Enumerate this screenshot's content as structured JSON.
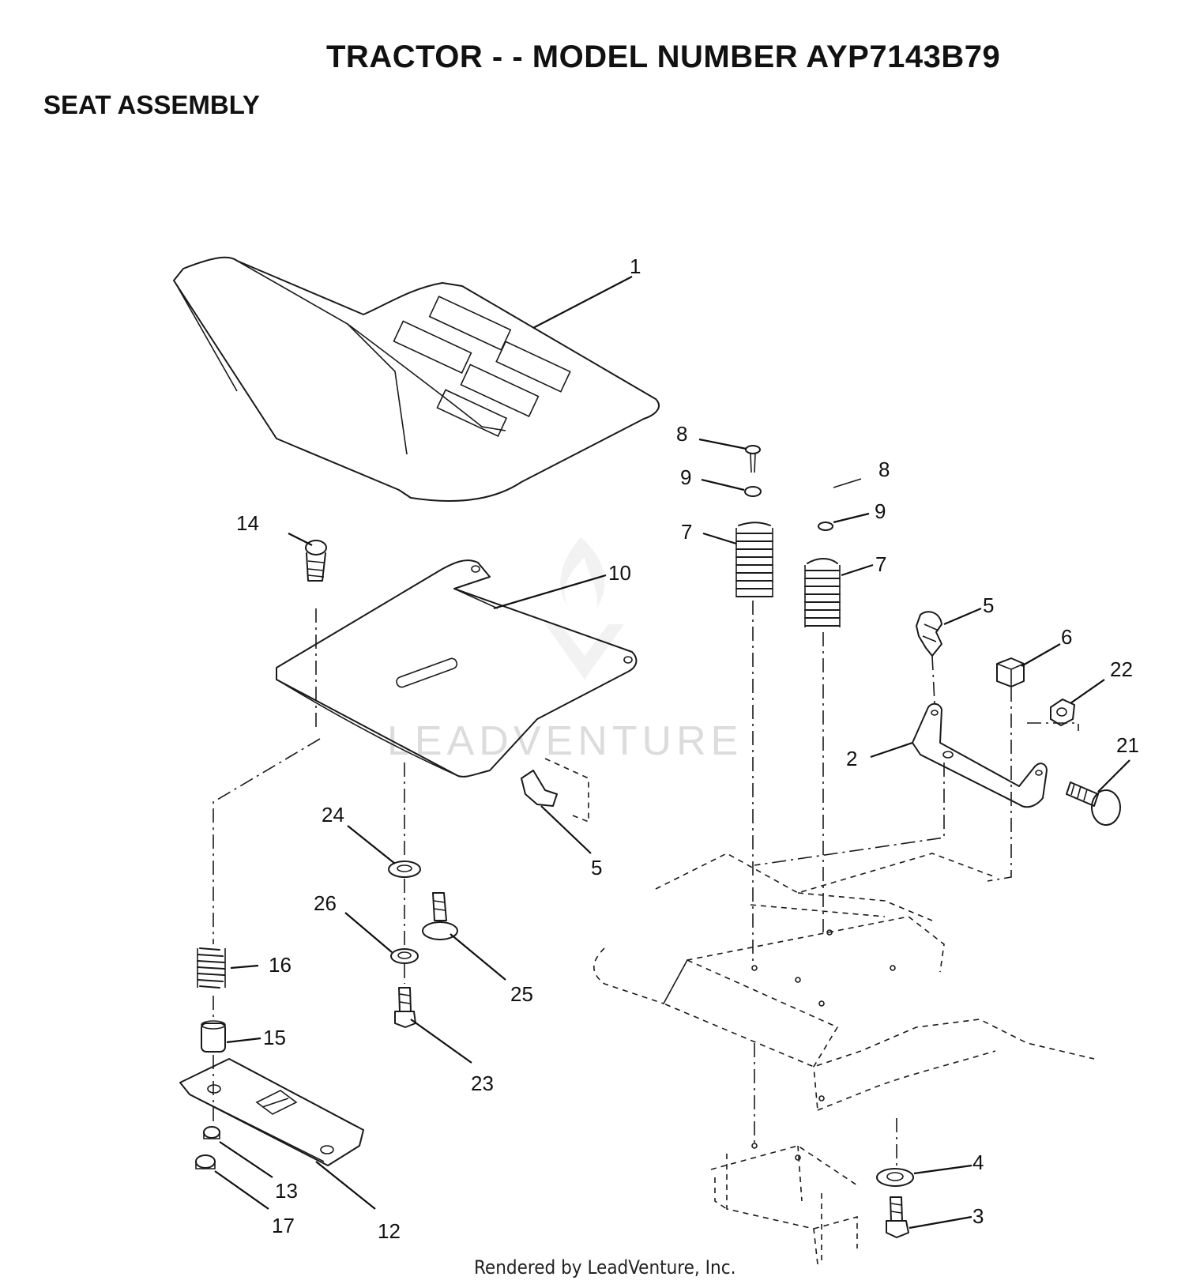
{
  "header": {
    "title": "TRACTOR - - MODEL NUMBER AYP7143B79",
    "section": "SEAT ASSEMBLY"
  },
  "watermark": {
    "text": "LEADVENTURE"
  },
  "footer": {
    "text": "Rendered by LeadVenture, Inc."
  },
  "callouts": {
    "c1": "1",
    "c2": "2",
    "c3": "3",
    "c4": "4",
    "c5a": "5",
    "c5b": "5",
    "c6": "6",
    "c7a": "7",
    "c7b": "7",
    "c8a": "8",
    "c8b": "8",
    "c9a": "9",
    "c9b": "9",
    "c10": "10",
    "c12": "12",
    "c13": "13",
    "c14": "14",
    "c15": "15",
    "c16": "16",
    "c17": "17",
    "c21": "21",
    "c22": "22",
    "c23": "23",
    "c24": "24",
    "c25": "25",
    "c26": "26"
  }
}
